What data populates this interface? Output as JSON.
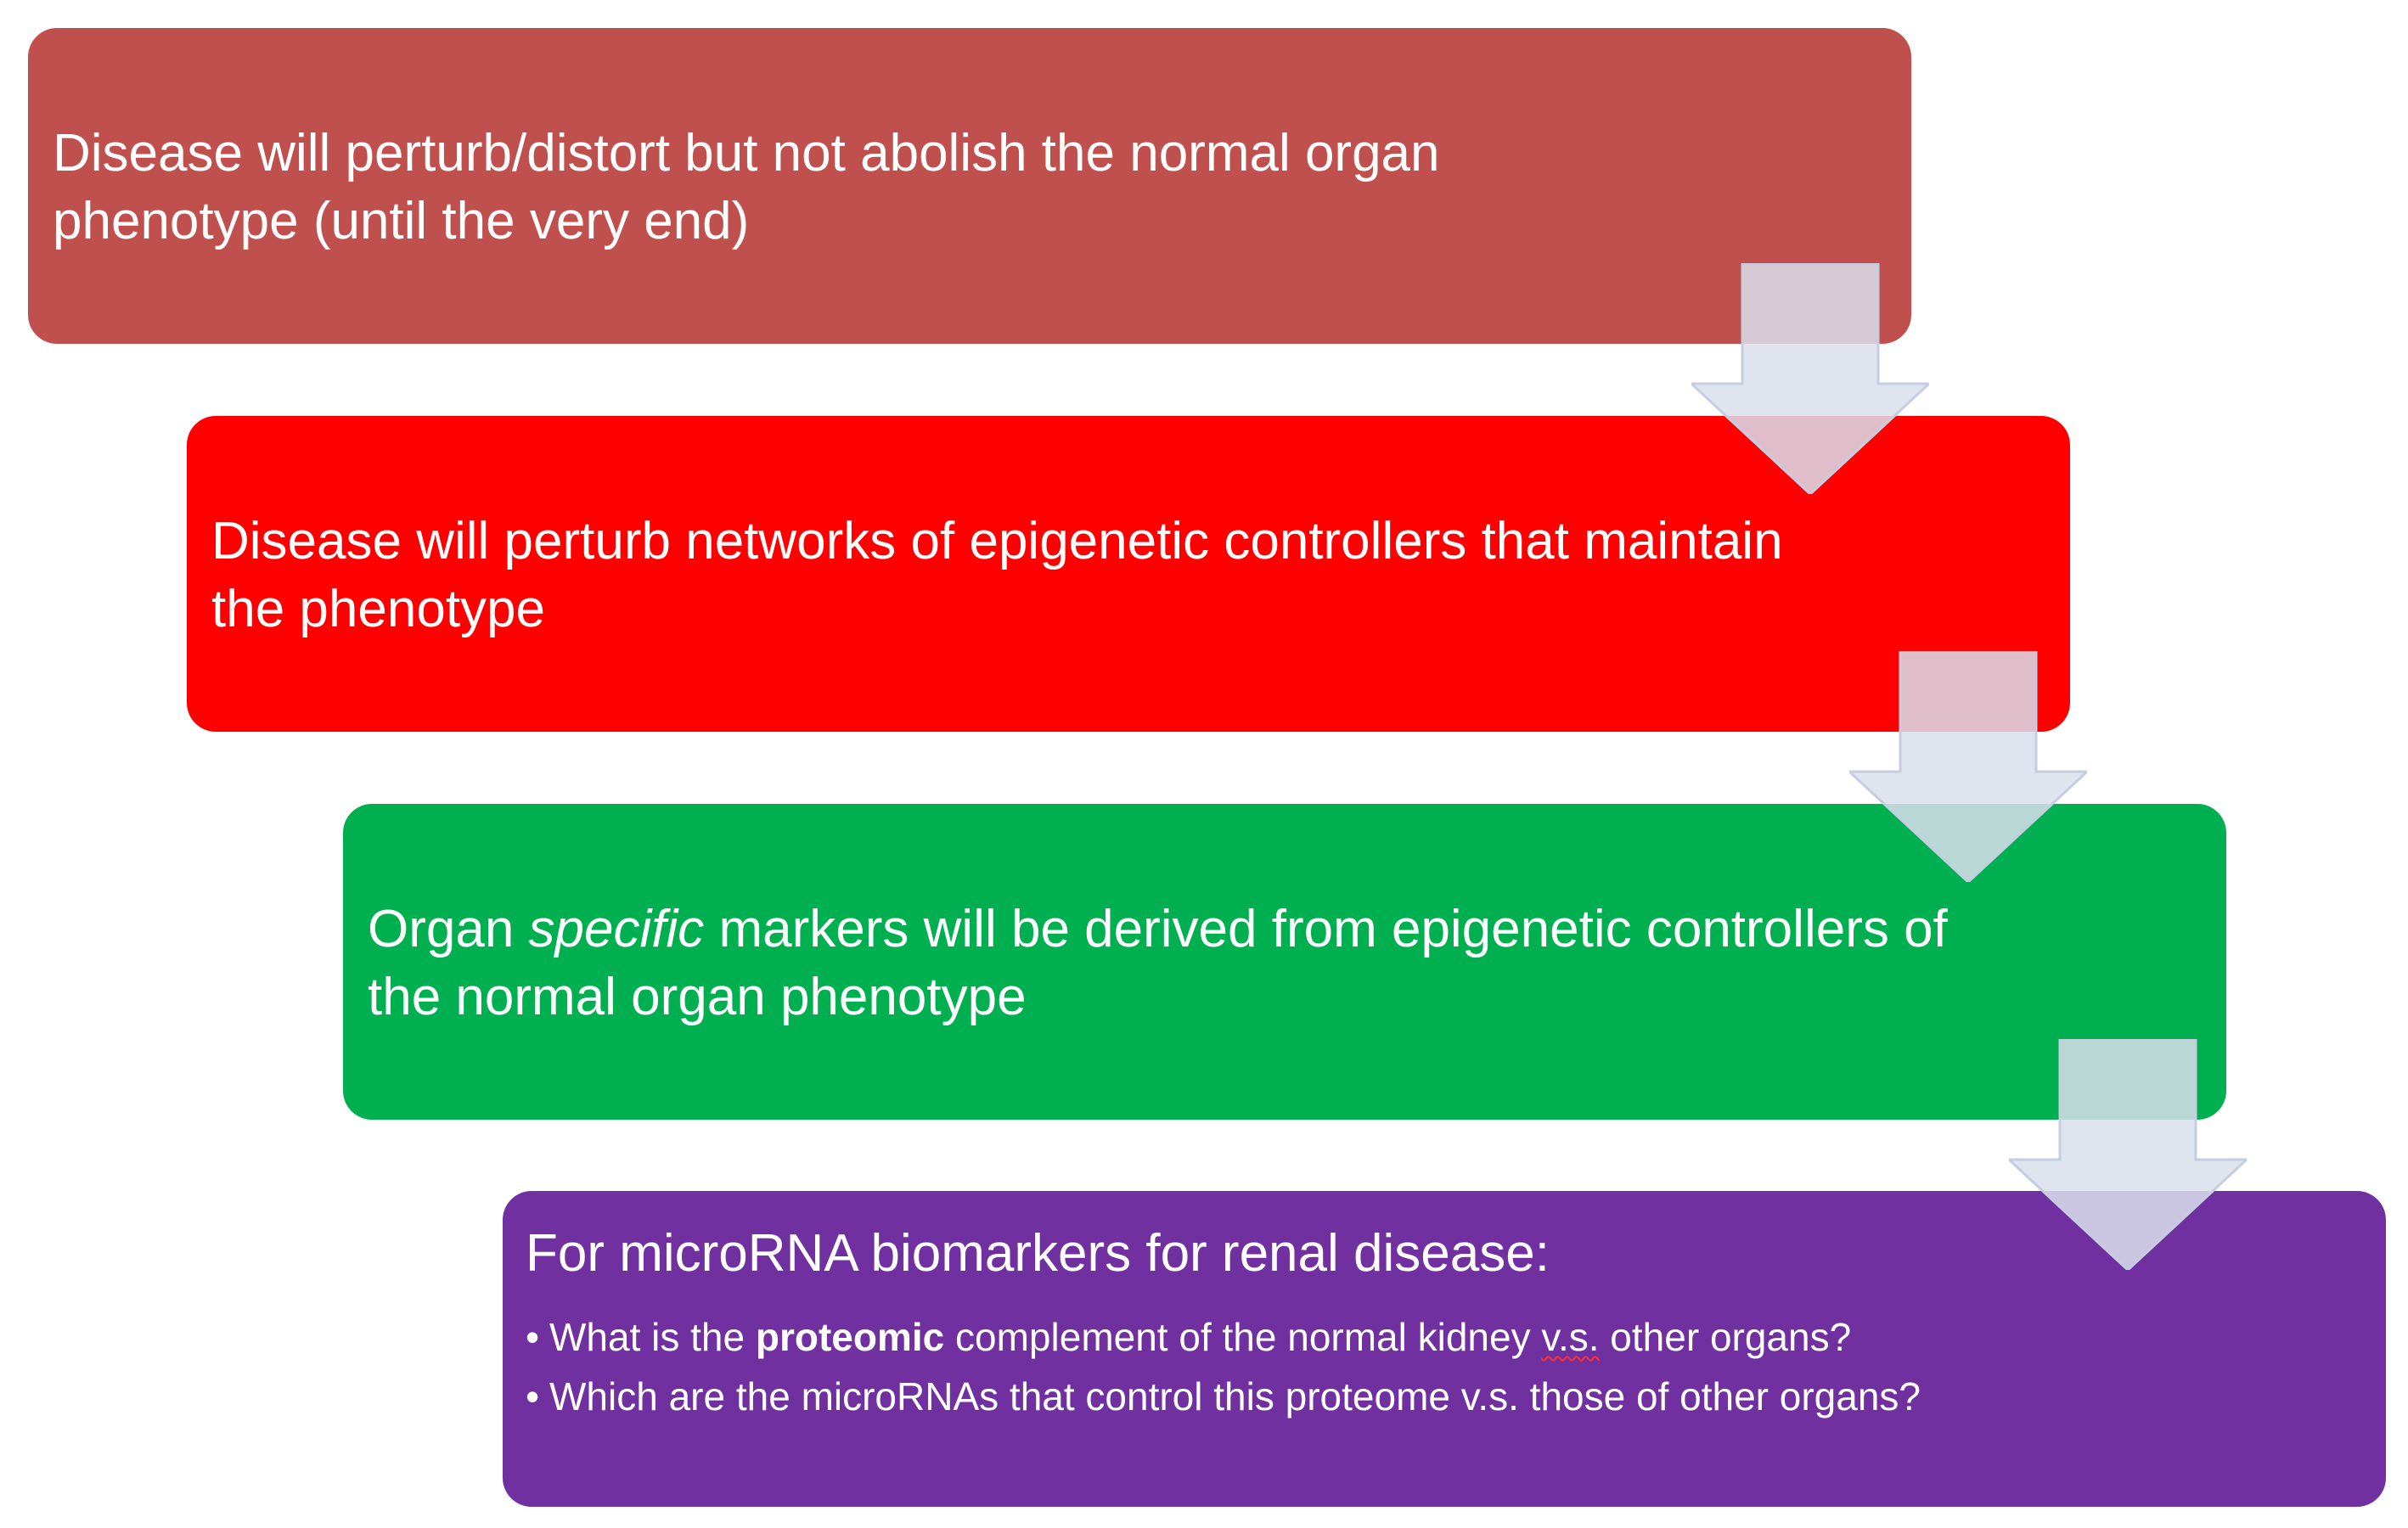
{
  "diagram": {
    "steps": [
      {
        "text": "Disease will perturb/distort but not abolish the normal organ phenotype (until the very end)",
        "color": "#c0504d"
      },
      {
        "text": "Disease will perturb networks of epigenetic controllers that maintain the phenotype",
        "color": "#ff0000"
      },
      {
        "text_before": "Organ ",
        "text_emphasis": "specific",
        "text_after": " markers will be derived from epigenetic controllers of the normal organ phenotype",
        "color": "#00b050"
      },
      {
        "heading": "For microRNA biomarkers for renal disease:",
        "color": "#7030a0",
        "bullets": [
          {
            "before": "What is the ",
            "bold": "proteomic",
            "middle": " complement of the normal kidney ",
            "marked": "v.s.",
            "after": " other organs?"
          },
          {
            "text": "Which are the microRNAs that control this proteome v.s. those of other organs?"
          }
        ]
      }
    ],
    "arrow_color": "#d9dfec"
  }
}
